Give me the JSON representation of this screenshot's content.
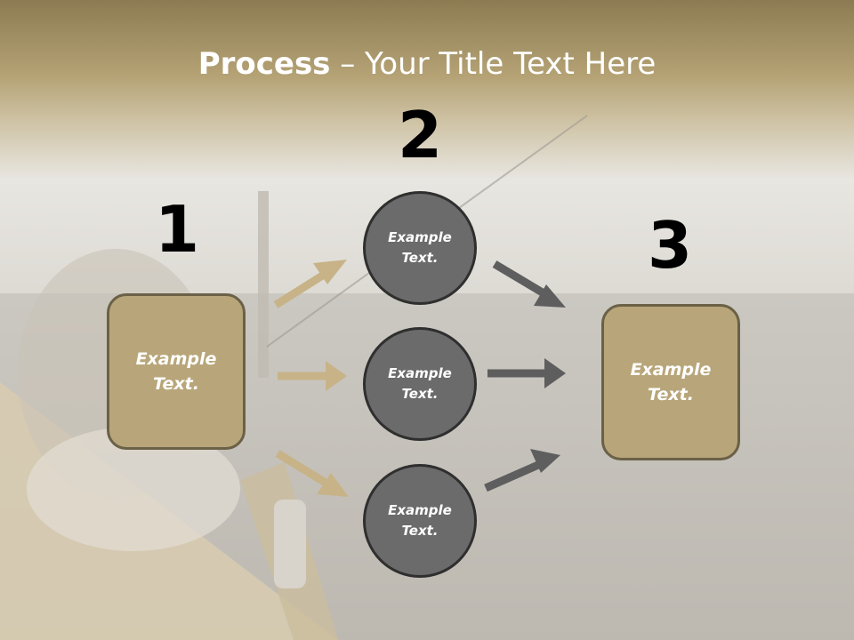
{
  "title": {
    "bold": "Process",
    "rest": " – Your Title Text Here"
  },
  "steps": [
    {
      "number": "1",
      "text": "Example Text."
    },
    {
      "number": "2",
      "text": "Example Text."
    },
    {
      "number": "3",
      "text": "Example Text."
    }
  ],
  "circles": [
    {
      "text": "Example Text."
    },
    {
      "text": "Example Text."
    },
    {
      "text": "Example Text."
    }
  ],
  "colors": {
    "tan": "#b8a67a",
    "tan_border": "#6b6147",
    "circle": "#6b6b6b",
    "circle_border": "#2f2f2f",
    "arrow_tan": "#c7b387",
    "arrow_gray": "#5e5e5e"
  }
}
